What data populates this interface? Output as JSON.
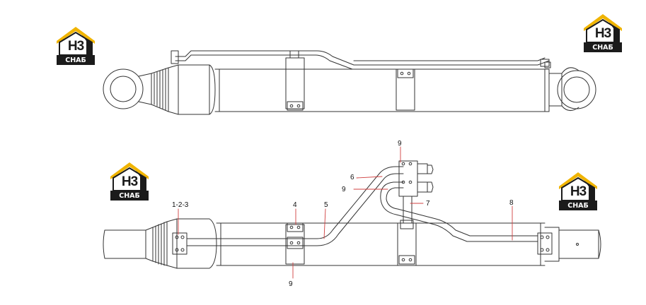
{
  "brand": {
    "mark": "H3",
    "caption": "СНАБ",
    "colors": {
      "roof": "#f0b400",
      "dark": "#1b1b1b",
      "caption_text": "#ffffff"
    }
  },
  "colors": {
    "line": "#333333",
    "leader": "#d04040"
  },
  "callouts": {
    "c123": "1-2-3",
    "c4": "4",
    "c5": "5",
    "c6": "6",
    "c7": "7",
    "c8": "8",
    "c9_top": "9",
    "c9_mid": "9",
    "c9_bottom": "9"
  }
}
